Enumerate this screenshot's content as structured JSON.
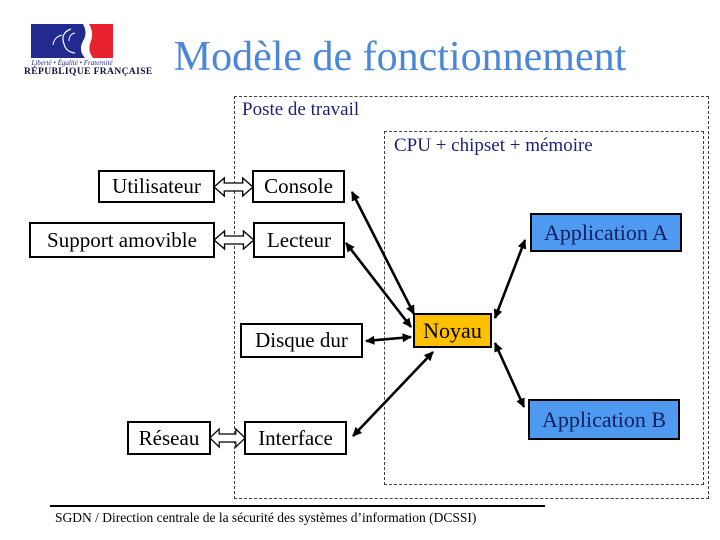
{
  "slide": {
    "title": "Modèle de fonctionnement",
    "title_color": "#4a86d9"
  },
  "logo": {
    "motto": "Liberté • Égalité • Fraternité",
    "country": "RÉPUBLIQUE FRANÇAISE",
    "flag_blue": "#232a8f",
    "flag_red": "#e8212e"
  },
  "containers": {
    "workstation_label": "Poste de travail",
    "cpu_label": "CPU + chipset + mémoire"
  },
  "nodes": {
    "utilisateur": "Utilisateur",
    "console": "Console",
    "support_amovible": "Support amovible",
    "lecteur": "Lecteur",
    "disque_dur": "Disque dur",
    "noyau": "Noyau",
    "reseau": "Réseau",
    "interface": "Interface",
    "application_a": "Application A",
    "application_b": "Application B"
  },
  "colors": {
    "noyau_fill": "#ffc000",
    "application_fill": "#4d9af0",
    "zone_label_navy": "#1f1f7a",
    "dashed_border": "#404040"
  },
  "footer": {
    "text": "SGDN / Direction centrale de la sécurité des systèmes d’information (DCSSI)"
  }
}
